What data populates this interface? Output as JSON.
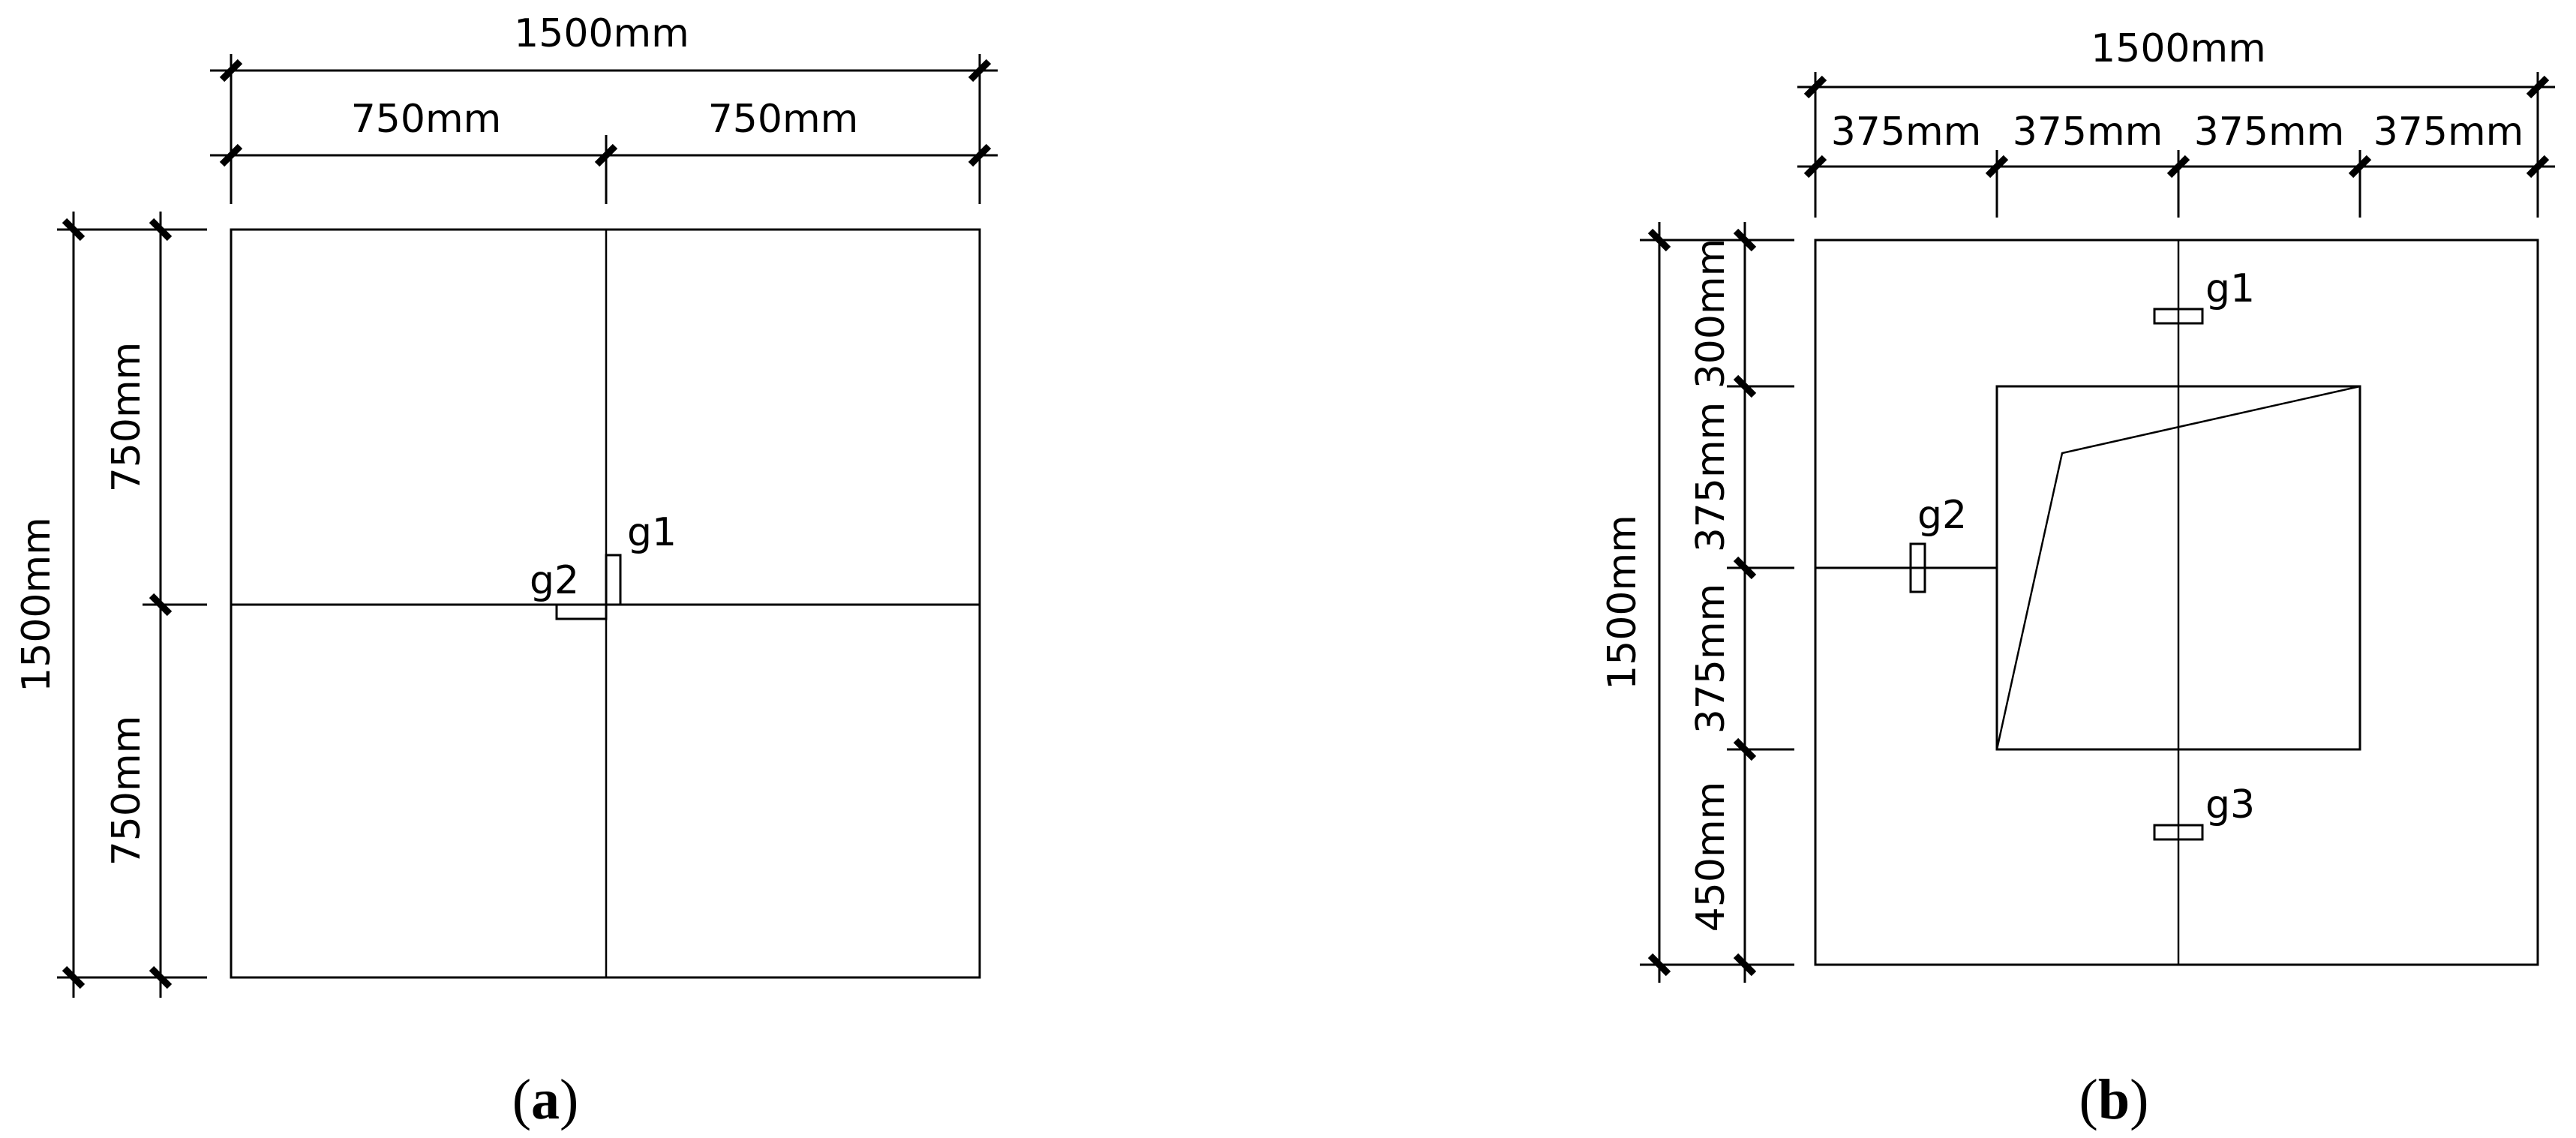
{
  "panel_a": {
    "caption_open": "(",
    "caption_letter": "a",
    "caption_close": ")",
    "dim_top_total": "1500mm",
    "dim_top_left": "750mm",
    "dim_top_right": "750mm",
    "dim_left_total": "1500mm",
    "dim_left_upper": "750mm",
    "dim_left_lower": "750mm",
    "gauge_1": "g1",
    "gauge_2": "g2"
  },
  "panel_b": {
    "caption_open": "(",
    "caption_letter": "b",
    "caption_close": ")",
    "dim_top_total": "1500mm",
    "dim_top_seg1": "375mm",
    "dim_top_seg2": "375mm",
    "dim_top_seg3": "375mm",
    "dim_top_seg4": "375mm",
    "dim_left_total": "1500mm",
    "dim_left_seg1": "300mm",
    "dim_left_seg2": "375mm",
    "dim_left_seg3": "375mm",
    "dim_left_seg4": "450mm",
    "gauge_1": "g1",
    "gauge_2": "g2",
    "gauge_3": "g3"
  }
}
